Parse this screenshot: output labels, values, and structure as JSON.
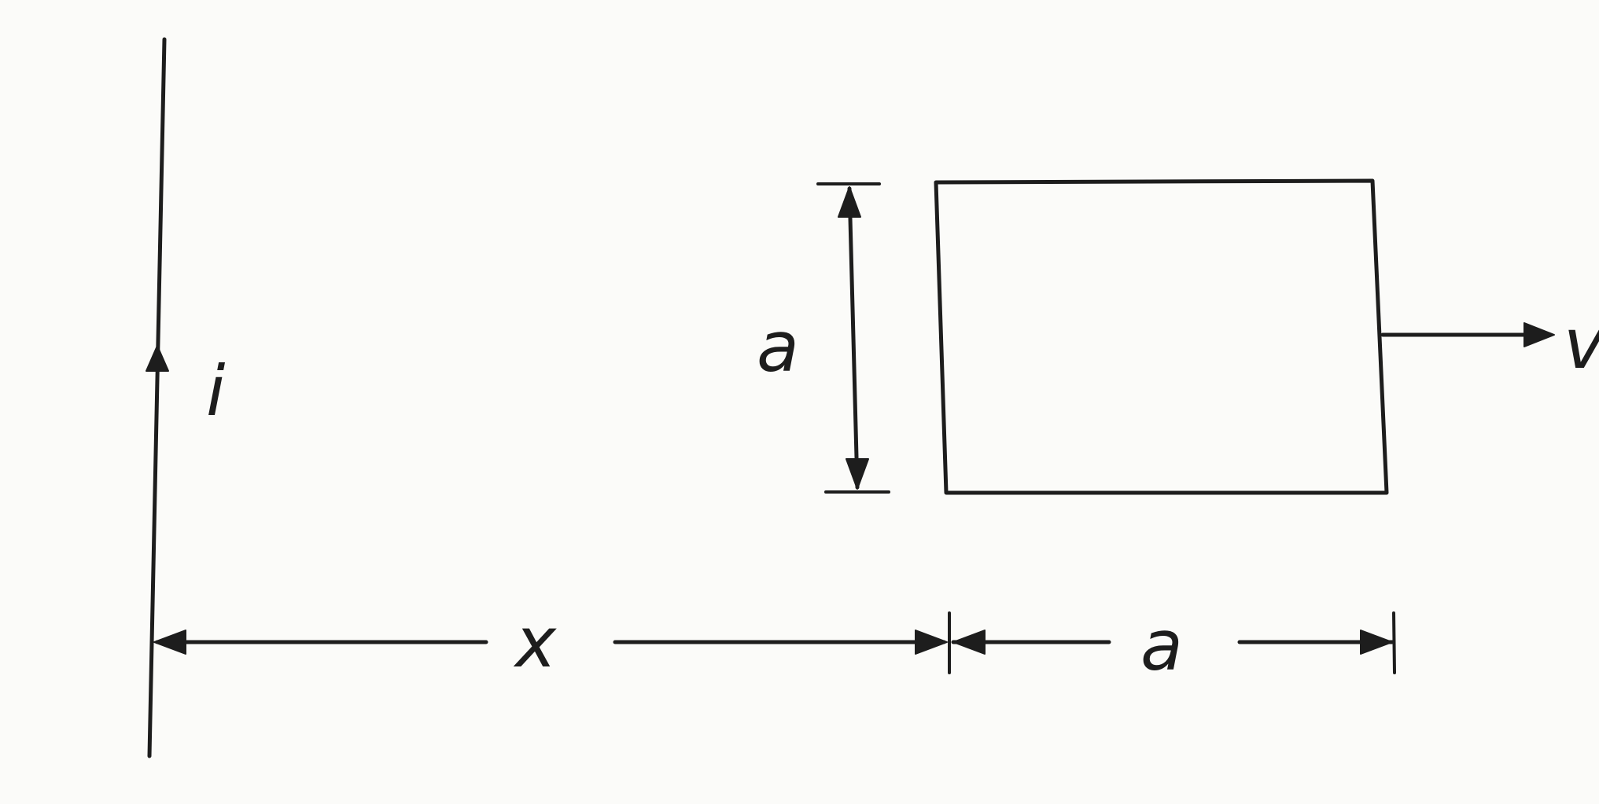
{
  "labels": {
    "current": "i",
    "loop_height": "a",
    "distance": "x",
    "loop_width": "a",
    "velocity": "v"
  },
  "colors": {
    "ink": "#1d1d1d",
    "paper": "#fbfbf9"
  }
}
